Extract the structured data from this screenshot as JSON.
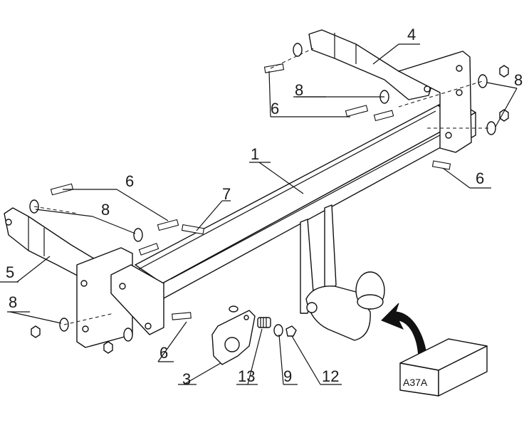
{
  "callouts": [
    {
      "id": "c1",
      "label": "1"
    },
    {
      "id": "c3",
      "label": "3"
    },
    {
      "id": "c4",
      "label": "4"
    },
    {
      "id": "c5",
      "label": "5"
    },
    {
      "id": "c6a",
      "label": "6"
    },
    {
      "id": "c6b",
      "label": "6"
    },
    {
      "id": "c6c",
      "label": "6"
    },
    {
      "id": "c6d",
      "label": "6"
    },
    {
      "id": "c7",
      "label": "7"
    },
    {
      "id": "c8a",
      "label": "8"
    },
    {
      "id": "c8b",
      "label": "8"
    },
    {
      "id": "c8c",
      "label": "8"
    },
    {
      "id": "c8d",
      "label": "8"
    },
    {
      "id": "c9",
      "label": "9"
    },
    {
      "id": "c12",
      "label": "12"
    },
    {
      "id": "c13",
      "label": "13"
    }
  ],
  "package_box": {
    "label": "A37A"
  }
}
